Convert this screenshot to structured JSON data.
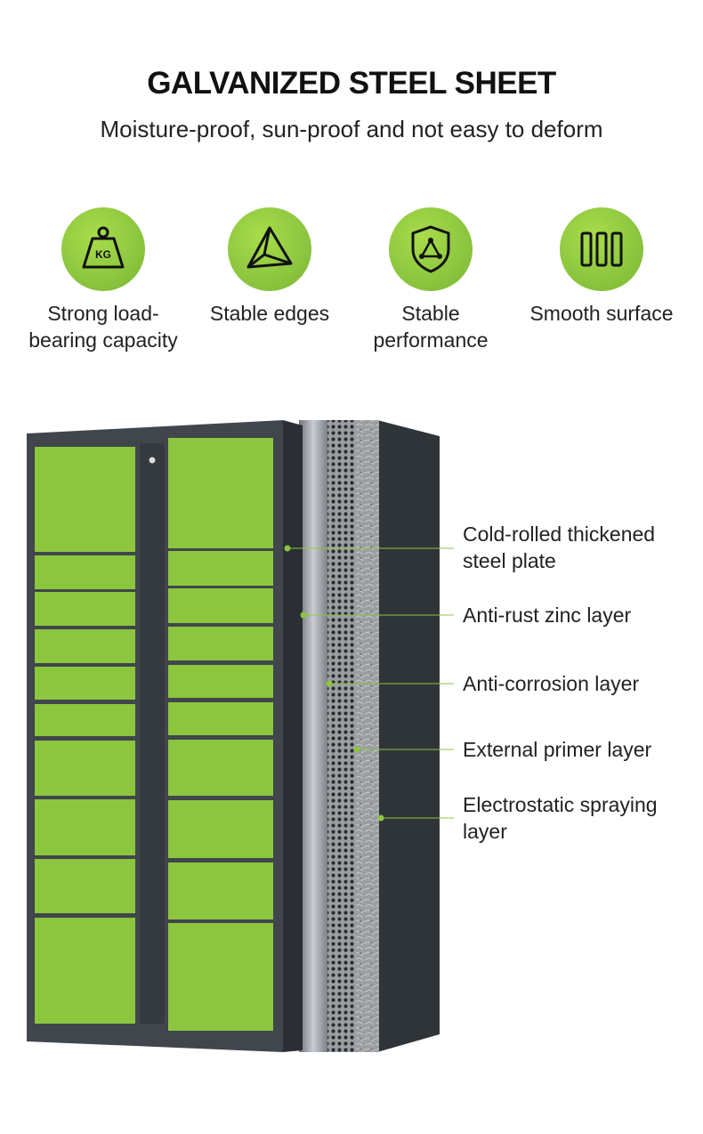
{
  "header": {
    "title": "GALVANIZED STEEL SHEET",
    "subtitle": "Moisture-proof, sun-proof and not easy to deform"
  },
  "features": [
    {
      "icon": "kg-weight-icon",
      "label_line1": "Strong load-",
      "label_line2": "bearing capacity"
    },
    {
      "icon": "pyramid-icon",
      "label_line1": "Stable edges",
      "label_line2": ""
    },
    {
      "icon": "shield-icon",
      "label_line1": "Stable",
      "label_line2": "performance"
    },
    {
      "icon": "bars-icon",
      "label_line1": "Smooth surface",
      "label_line2": ""
    }
  ],
  "icon_text": {
    "kg": "KG"
  },
  "layers": [
    {
      "line1": "Cold-rolled thickened",
      "line2": "steel plate"
    },
    {
      "line1": "Anti-rust zinc layer",
      "line2": ""
    },
    {
      "line1": "Anti-corrosion layer",
      "line2": ""
    },
    {
      "line1": "External primer layer",
      "line2": ""
    },
    {
      "line1": "Electrostatic spraying",
      "line2": "layer"
    }
  ],
  "colors": {
    "accent_green": "#8cc63f",
    "cabinet_gray": "#3d4247"
  }
}
